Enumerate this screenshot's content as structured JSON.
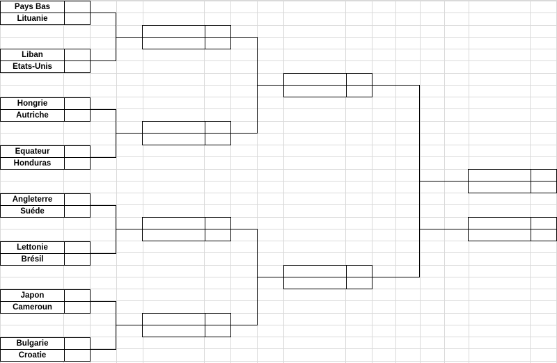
{
  "bracket": {
    "round1": [
      {
        "team_a": "Pays Bas",
        "team_b": "Lituanie"
      },
      {
        "team_a": "Liban",
        "team_b": "Etats-Unis"
      },
      {
        "team_a": "Hongrie",
        "team_b": "Autriche"
      },
      {
        "team_a": "Equateur",
        "team_b": "Honduras"
      },
      {
        "team_a": "Angleterre",
        "team_b": "Suéde"
      },
      {
        "team_a": "Lettonie",
        "team_b": "Brésil"
      },
      {
        "team_a": "Japon",
        "team_b": "Cameroun"
      },
      {
        "team_a": "Bulgarie",
        "team_b": "Croatie"
      }
    ],
    "round2": [
      {
        "team_a": "",
        "team_b": ""
      },
      {
        "team_a": "",
        "team_b": ""
      },
      {
        "team_a": "",
        "team_b": ""
      },
      {
        "team_a": "",
        "team_b": ""
      }
    ],
    "semifinal": [
      {
        "team_a": "",
        "team_b": ""
      },
      {
        "team_a": "",
        "team_b": ""
      }
    ],
    "final": [
      {
        "team_a": "",
        "team_b": ""
      },
      {
        "team_a": "",
        "team_b": ""
      }
    ]
  },
  "colors": {
    "grid": "#d9d9d9",
    "border": "#000000",
    "background": "#ffffff"
  }
}
